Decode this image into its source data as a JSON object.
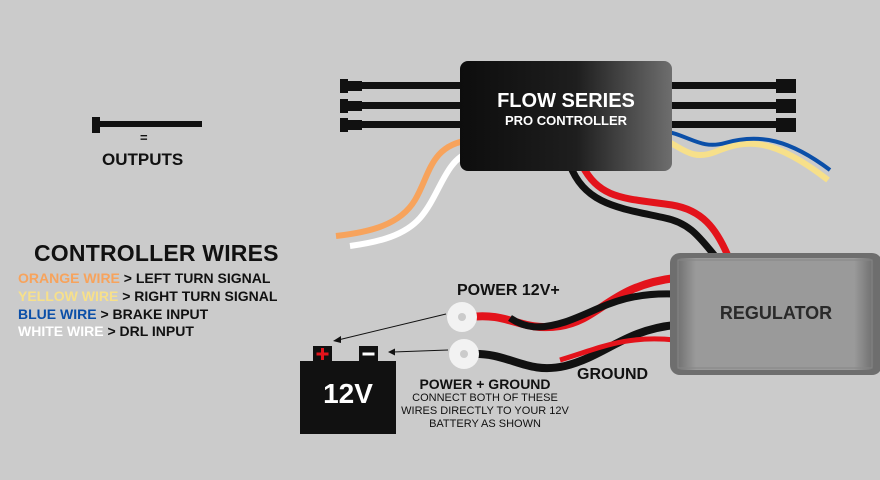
{
  "controller": {
    "title": "FLOW SERIES",
    "subtitle": "PRO CONTROLLER",
    "color": "#111111"
  },
  "legend": {
    "equals": "=",
    "outputs_label": "OUTPUTS"
  },
  "controller_wires": {
    "title": "CONTROLLER WIRES",
    "items": [
      {
        "color_name": "ORANGE WIRE",
        "color": "#f7a35c",
        "function": "> LEFT TURN SIGNAL"
      },
      {
        "color_name": "YELLOW WIRE",
        "color": "#f7e08a",
        "function": "> RIGHT TURN SIGNAL"
      },
      {
        "color_name": "BLUE WIRE",
        "color": "#0b4fa8",
        "function": "> BRAKE INPUT"
      },
      {
        "color_name": "WHITE WIRE",
        "color": "#ffffff",
        "function": "> DRL INPUT"
      }
    ]
  },
  "regulator": {
    "label": "REGULATOR"
  },
  "power_label": "POWER 12V+",
  "ground_label": "GROUND",
  "battery": {
    "voltage": "12V",
    "positive": "+",
    "negative": "−"
  },
  "power_ground": {
    "title": "POWER + GROUND",
    "note_lines": [
      "CONNECT BOTH OF THESE",
      "WIRES DIRECTLY TO YOUR 12V",
      "BATTERY AS SHOWN"
    ]
  },
  "colors": {
    "background": "#cbcbcb",
    "red_wire": "#e3131b",
    "black_wire": "#111111",
    "regulator": "#8b8b8b"
  }
}
